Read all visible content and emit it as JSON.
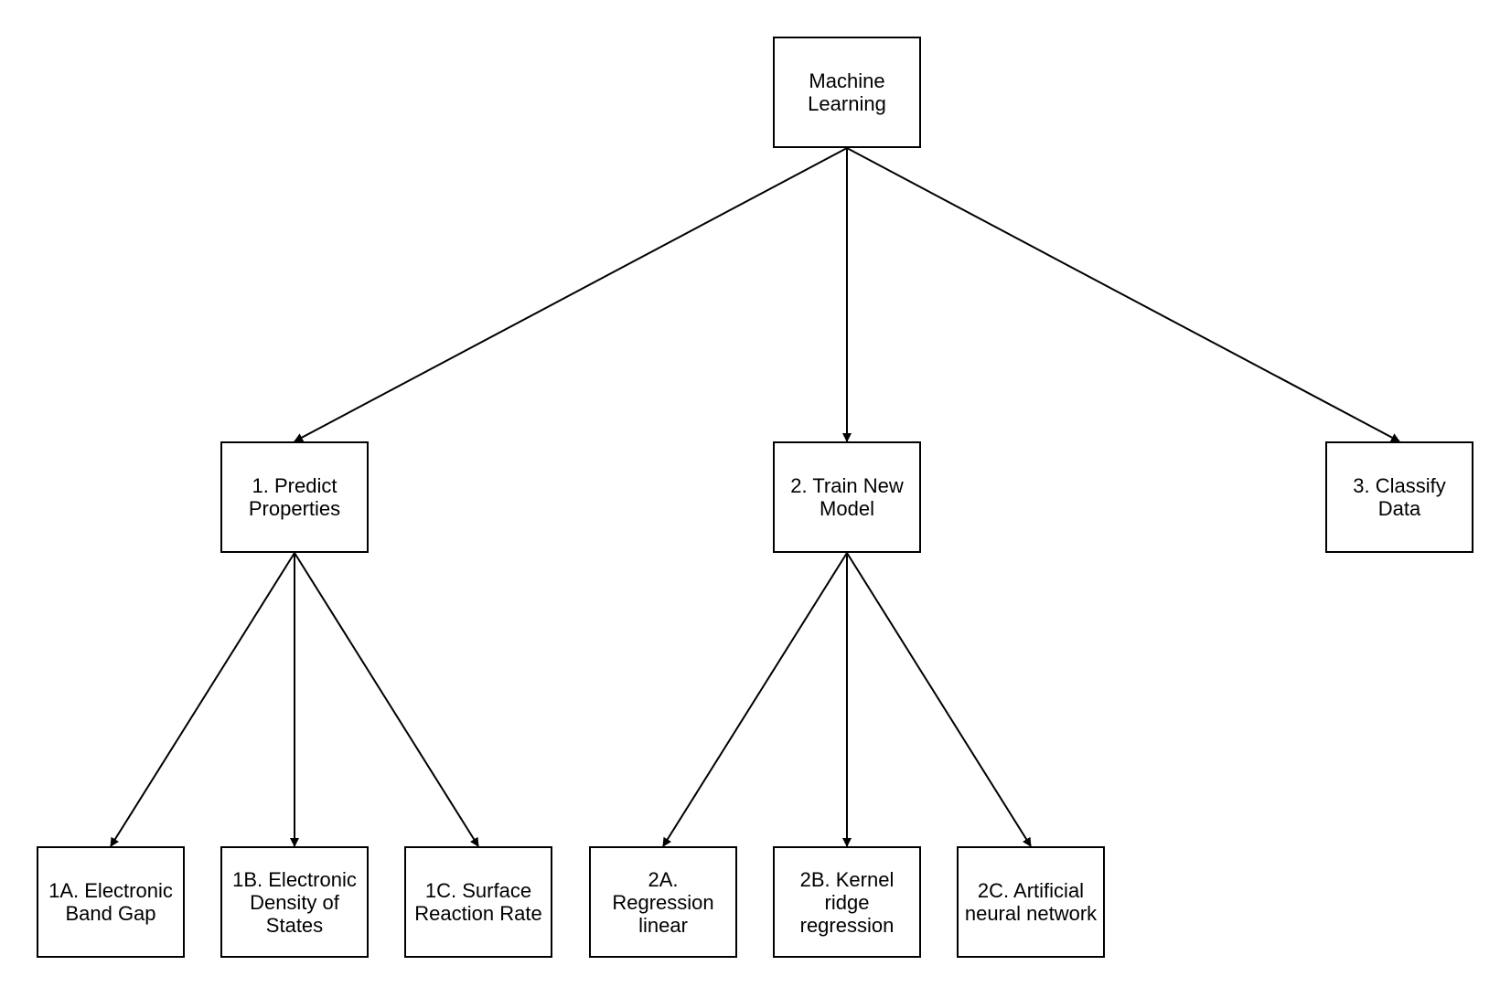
{
  "diagram": {
    "stroke_color": "#000000",
    "nodes": [
      {
        "id": "root",
        "label": "Machine\nLearning"
      },
      {
        "id": "n1",
        "label": "1. Predict\nProperties"
      },
      {
        "id": "n2",
        "label": "2. Train New\nModel"
      },
      {
        "id": "n3",
        "label": "3. Classify\nData"
      },
      {
        "id": "n1a",
        "label": "1A. Electronic\nBand Gap"
      },
      {
        "id": "n1b",
        "label": "1B. Electronic\nDensity of\nStates"
      },
      {
        "id": "n1c",
        "label": "1C. Surface\nReaction Rate"
      },
      {
        "id": "n2a",
        "label": "2A.\nRegression\nlinear"
      },
      {
        "id": "n2b",
        "label": "2B. Kernel\nridge\nregression"
      },
      {
        "id": "n2c",
        "label": "2C. Artificial\nneural network"
      }
    ],
    "edges": [
      {
        "from": "root",
        "to": "n1"
      },
      {
        "from": "root",
        "to": "n2"
      },
      {
        "from": "root",
        "to": "n3"
      },
      {
        "from": "n1",
        "to": "n1a"
      },
      {
        "from": "n1",
        "to": "n1b"
      },
      {
        "from": "n1",
        "to": "n1c"
      },
      {
        "from": "n2",
        "to": "n2a"
      },
      {
        "from": "n2",
        "to": "n2b"
      },
      {
        "from": "n2",
        "to": "n2c"
      }
    ]
  }
}
